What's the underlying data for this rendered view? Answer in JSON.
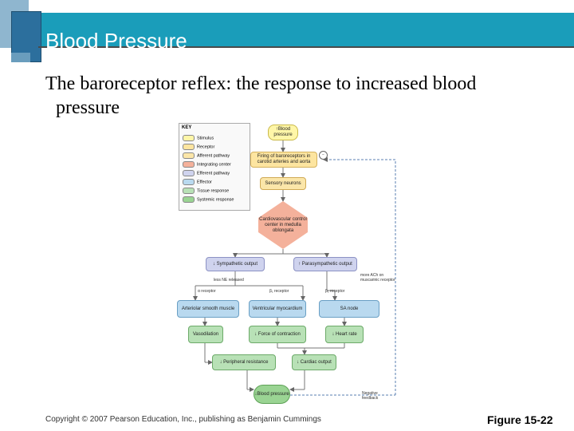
{
  "slide": {
    "title": "Blood Pressure",
    "subtitle_line1": "The baroreceptor reflex: the response to increased blood",
    "subtitle_line2": "pressure",
    "copyright": "Copyright © 2007 Pearson Education, Inc., publishing as Benjamin Cummings",
    "figure_label": "Figure 15-22"
  },
  "key": {
    "title": "KEY",
    "items": [
      "Stimulus",
      "Receptor",
      "Afferent pathway",
      "Integrating center",
      "Efferent pathway",
      "Effector",
      "Tissue response",
      "Systemic response"
    ]
  },
  "nodes": {
    "stimulus": "↑Blood pressure",
    "receptor": "Firing of baroreceptors in carotid arteries and aorta",
    "afferent": "Sensory neurons",
    "integrating": "Cardiovascular control center in medulla oblongata",
    "sympathetic": "↓ Sympathetic output",
    "parasympathetic": "↑ Parasympathetic output",
    "arteriolar": "Arteriolar smooth muscle",
    "ventricular": "Ventricular myocardium",
    "sa_node": "SA node",
    "vasodilation": "Vasodilation",
    "force": "↓ Force of contraction",
    "heart_rate": "↓ Heart rate",
    "peripheral": "↓ Peripheral resistance",
    "cardiac": "↓ Cardiac output",
    "result": "↓Blood pressure"
  },
  "labels": {
    "less_ne": "less NE released",
    "alpha": "α receptor",
    "beta1": "β₁ receptor",
    "beta1b": "β₁ receptor",
    "more_ach": "more ACh on muscarinic receptor",
    "neg_feedback": "Negative feedback",
    "minus": "−"
  }
}
